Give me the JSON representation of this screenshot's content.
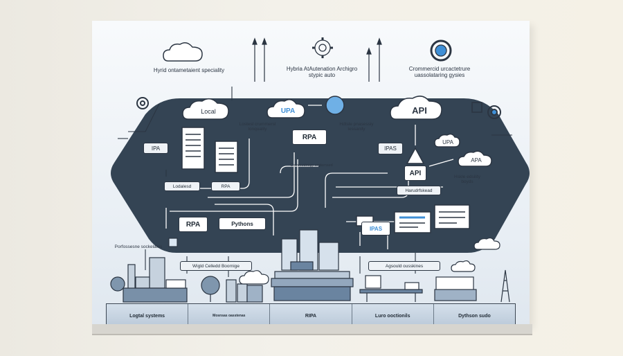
{
  "top": {
    "left_caption": "Hyrid ontametaient speciality",
    "center_caption": "Hybria AtAutenation Archigro stypic auto",
    "right_caption": "Crommercid urcactetrure uassolataring gysies"
  },
  "left_panel": {
    "cloud_label": "Local",
    "ipa_label": "IPA",
    "note": "Lostesl crummersl lonqualily",
    "tag_left": "Lodalesd",
    "tag_right": "RPA",
    "rpa_box": "RPA",
    "python_box": "Pythons",
    "side_note": "Porfossesne sockelates",
    "bottom_tag": "Wigld Celledd Boornige"
  },
  "center": {
    "upa_cloud": "UPA",
    "rpa_box": "RPA",
    "note": "Hdtsle pnasessiy lessanily",
    "small_caption": "Commodmigy orgtemsed"
  },
  "right_panel": {
    "api_cloud": "API",
    "ipas_label": "IPAS",
    "upa_label": "UPA",
    "apa_cloud": "APA",
    "api_box": "API",
    "tag": "Harudrfskead",
    "note": "Hskle edsility boyds",
    "ipas_box": "IPAS",
    "bottom_tag": "Agsould ousskines"
  },
  "table": {
    "cells": [
      "Logtal systems",
      "Mosnsas oasstenas",
      "RIPA",
      "Luro ooctionils",
      "Dythson sudo"
    ]
  },
  "colors": {
    "accent_dark": "#354352",
    "accent_blue": "#3f8fd6",
    "board": "#eef2f6"
  }
}
